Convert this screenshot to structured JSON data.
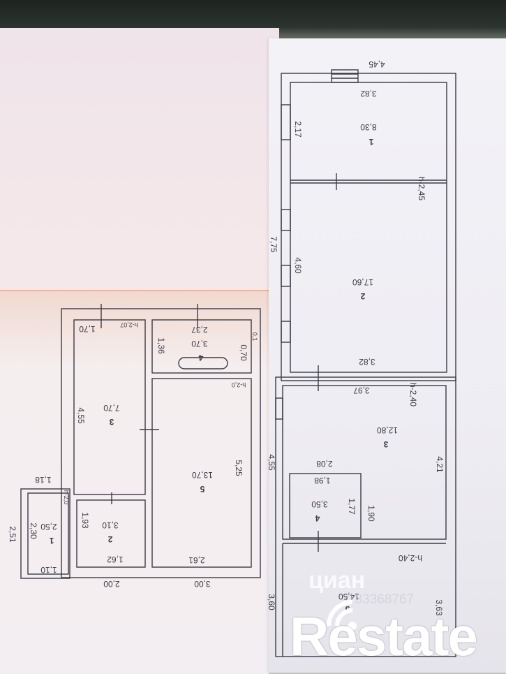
{
  "left_plan": {
    "total_top": "3,00",
    "total_top_left": "2,00",
    "room_1": {
      "number": "1",
      "area": "2,50",
      "width": "1,10",
      "height": "2,30",
      "outer": "2,51",
      "top": "1,18",
      "ceiling": "h-2,0"
    },
    "room_2": {
      "number": "2",
      "area": "3,10",
      "width": "1,62",
      "height": "1,93"
    },
    "room_3": {
      "number": "3",
      "area": "7,70",
      "width": "1,70",
      "height": "4,55",
      "ceiling": "h-2,07"
    },
    "room_4": {
      "number": "4",
      "area": "3,70",
      "width": "2,37",
      "height": "1,36",
      "side": "0,70",
      "corner": "0,1"
    },
    "room_5": {
      "number": "5",
      "area": "13,70",
      "width": "2,61",
      "height": "5,25",
      "ceiling": "h-2,0"
    }
  },
  "right_plan": {
    "total_width": "4,45",
    "side_mid": "4,55",
    "side_top": "7,75",
    "side_bottom": "3,60",
    "room_1": {
      "number": "1",
      "area": "8,30",
      "width": "3,82",
      "height": "2,17",
      "ceiling": "h-2,45"
    },
    "room_2": {
      "number": "2",
      "area": "17,60",
      "width": "3,82",
      "height": "4,60"
    },
    "room_3": {
      "number": "3",
      "area": "12,80",
      "width": "3,97",
      "height": "4,21",
      "ceiling": "h-2,40",
      "inner": "1,90"
    },
    "room_4": {
      "number": "4",
      "area": "3,50",
      "width": "1,98",
      "top": "2,08",
      "height": "1,77"
    },
    "room_5": {
      "number": "5",
      "area": "14,50",
      "height": "3,63",
      "ceiling": "h-2,40"
    }
  },
  "watermark": {
    "brand": "циан",
    "number": "133368767"
  },
  "logo": {
    "text": "Restate"
  },
  "colors": {
    "ink": "#3b3b44",
    "pink_sheet": "#f3d2c4",
    "white_sheet": "#f1f0f5"
  }
}
